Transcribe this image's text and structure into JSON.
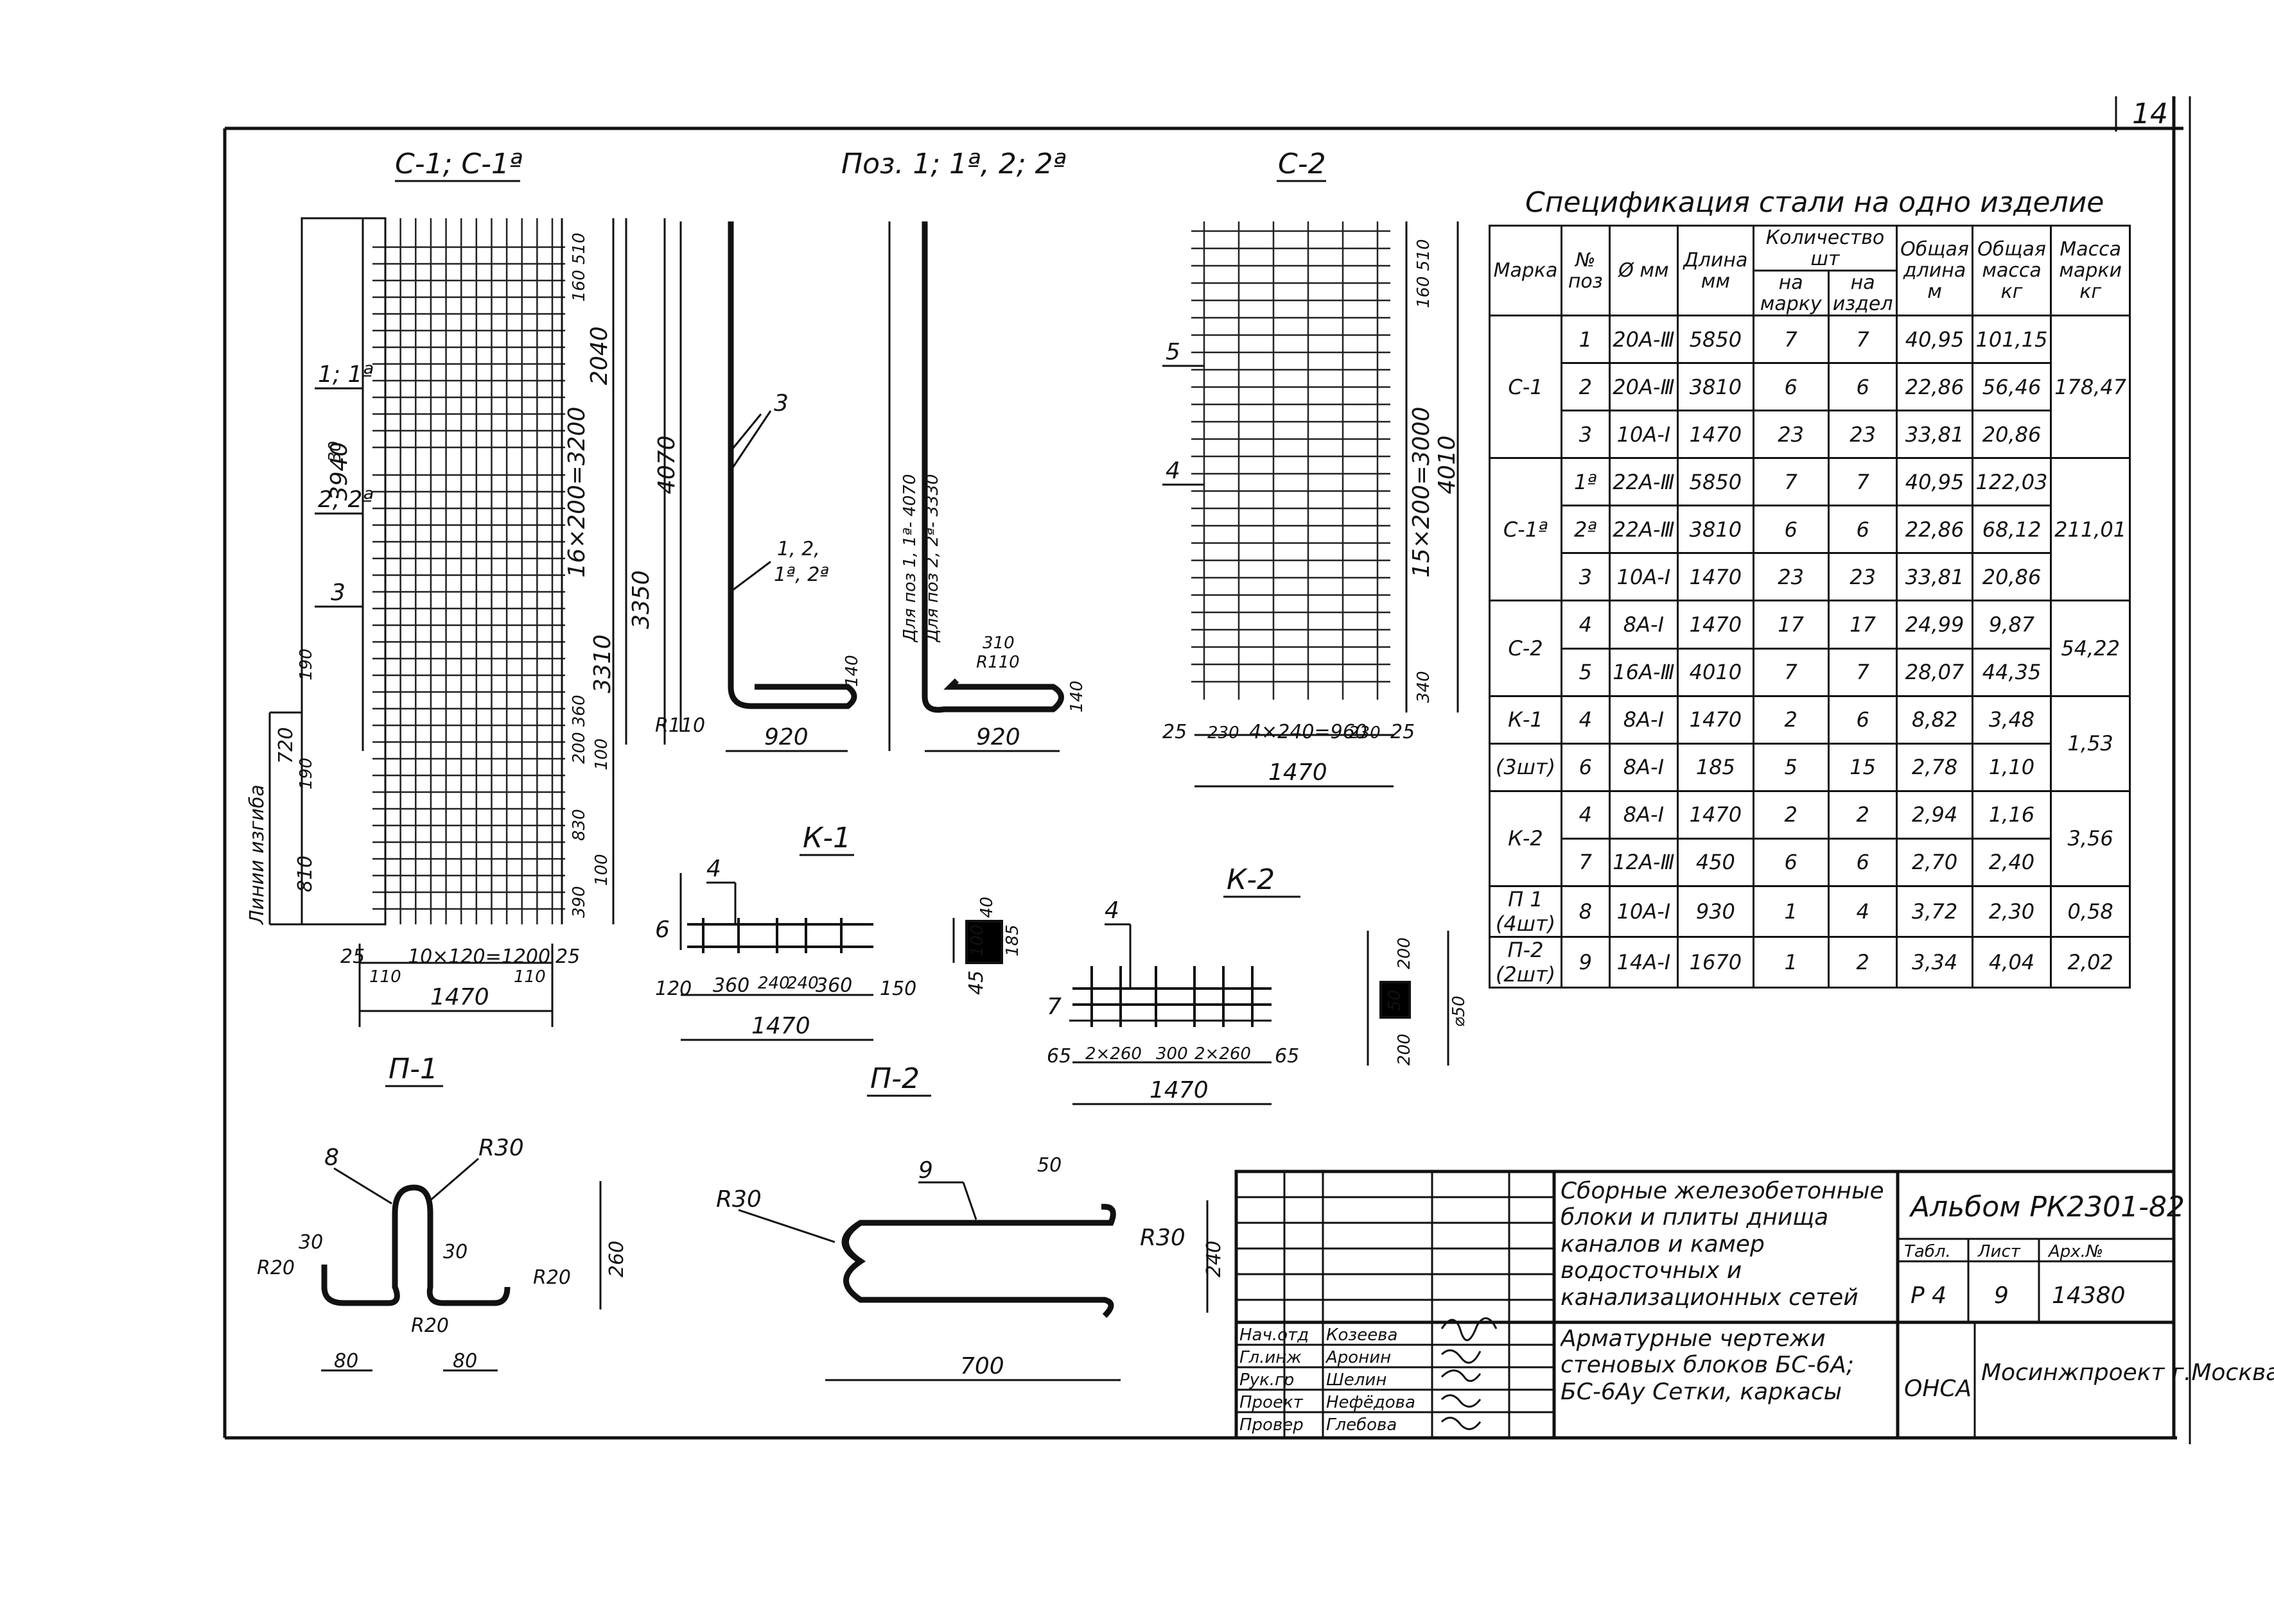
{
  "sheet": {
    "page_number": "14"
  },
  "views": {
    "c1_title": "С-1; С-1ª",
    "poz_title": "Поз. 1; 1ª, 2; 2ª",
    "c2_title": "С-2",
    "k1_title": "К-1",
    "k2_title": "К-2",
    "p1_title": "П-1",
    "p2_title": "П-2"
  },
  "dimensions": {
    "c1_height": "3940",
    "c1_top": "160 510",
    "c1_a": "2040",
    "c1_spacing": "16×200=3200",
    "c1_b": "4070",
    "c1_c": "3350",
    "c1_d": "3310",
    "c1_e": "200 360",
    "c1_f": "100",
    "c1_g": "830",
    "c1_h": "100",
    "c1_i": "390",
    "c1_j": "190",
    "c1_k": "720",
    "c1_l": "190",
    "c1_m": "810",
    "c1_n": "30",
    "c1_bottom_left": "25",
    "c1_bottom_110a": "110",
    "c1_bottom_spacing": "10×120=1200",
    "c1_bottom_110b": "110",
    "c1_bottom_right": "25",
    "c1_width": "1470",
    "c1_bend_label": "Линии изгиба",
    "c1_mark_11a": "1; 1ª",
    "c1_mark_22a": "2; 2ª",
    "c1_mark_3": "3",
    "poz_mark_3": "3",
    "poz_mark_12": "1, 2,",
    "poz_mark_12a": "1ª, 2ª",
    "poz_r110": "R110",
    "poz_w1": "920",
    "poz_140": "140",
    "poz_note1": "Для поз 1, 1ª- 4070",
    "poz_note2": "Для поз 2, 2ª- 3330",
    "poz_310": "310",
    "poz_r110b": "R110",
    "poz_140b": "140",
    "poz_w2": "920",
    "c2_top": "160 510",
    "c2_spacing": "15×200=3000",
    "c2_total": "4010",
    "c2_bottom": "340",
    "c2_mark_5": "5",
    "c2_mark_4": "4",
    "c2_b_25a": "25",
    "c2_b_230a": "230",
    "c2_b_spacing": "4×240=960",
    "c2_b_230b": "230",
    "c2_b_25b": "25",
    "c2_width": "1470",
    "k1_mark": "4",
    "k1_6": "6",
    "k1_120": "120",
    "k1_360a": "360",
    "k1_240a": "240",
    "k1_240b": "240",
    "k1_360b": "360",
    "k1_150": "150",
    "k1_width": "1470",
    "k1_45": "45",
    "k1_100": "100",
    "k1_40": "40",
    "k1_185": "185",
    "k2_mark4": "4",
    "k2_mark7": "7",
    "k2_65a": "65",
    "k2_2x260a": "2×260",
    "k2_300": "300",
    "k2_2x260b": "2×260",
    "k2_65b": "65",
    "k2_width": "1470",
    "k2_200a": "200",
    "k2_50": "50",
    "k2_200b": "200",
    "k2_phi": "⌀50",
    "p1_mark": "8",
    "p1_r30": "R30",
    "p1_30a": "30",
    "p1_30b": "30",
    "p1_r20a": "R20",
    "p1_r20b": "R20",
    "p1_r20c": "R20",
    "p1_260": "260",
    "p1_80a": "80",
    "p1_80b": "80",
    "p2_mark": "9",
    "p2_50": "50",
    "p2_r30a": "R30",
    "p2_r30b": "R30",
    "p2_240": "240",
    "p2_700": "700"
  },
  "spec": {
    "title": "Спецификация стали на одно изделие",
    "headers": {
      "marka": "Марка",
      "poz": "№ поз",
      "phi": "Ø мм",
      "dlina": "Длина мм",
      "kolvo": "Количество шт",
      "na_marku": "на марку",
      "na_izdel": "на издел",
      "obsh_dlina": "Общая длина м",
      "obsh_massa": "Общая масса кг",
      "massa_marki": "Масса марки кг"
    },
    "rows": [
      {
        "marka": "С-1",
        "poz": "1",
        "phi": "20А-Ⅲ",
        "len": "5850",
        "nm": "7",
        "ni": "7",
        "od": "40,95",
        "om": "101,15",
        "mm": "178,47"
      },
      {
        "marka": "",
        "poz": "2",
        "phi": "20А-Ⅲ",
        "len": "3810",
        "nm": "6",
        "ni": "6",
        "od": "22,86",
        "om": "56,46",
        "mm": ""
      },
      {
        "marka": "",
        "poz": "3",
        "phi": "10А-Ⅰ",
        "len": "1470",
        "nm": "23",
        "ni": "23",
        "od": "33,81",
        "om": "20,86",
        "mm": ""
      },
      {
        "marka": "С-1ª",
        "poz": "1ª",
        "phi": "22А-Ⅲ",
        "len": "5850",
        "nm": "7",
        "ni": "7",
        "od": "40,95",
        "om": "122,03",
        "mm": "211,01"
      },
      {
        "marka": "",
        "poz": "2ª",
        "phi": "22А-Ⅲ",
        "len": "3810",
        "nm": "6",
        "ni": "6",
        "od": "22,86",
        "om": "68,12",
        "mm": ""
      },
      {
        "marka": "",
        "poz": "3",
        "phi": "10А-Ⅰ",
        "len": "1470",
        "nm": "23",
        "ni": "23",
        "od": "33,81",
        "om": "20,86",
        "mm": ""
      },
      {
        "marka": "С-2",
        "poz": "4",
        "phi": "8А-Ⅰ",
        "len": "1470",
        "nm": "17",
        "ni": "17",
        "od": "24,99",
        "om": "9,87",
        "mm": "54,22"
      },
      {
        "marka": "",
        "poz": "5",
        "phi": "16А-Ⅲ",
        "len": "4010",
        "nm": "7",
        "ni": "7",
        "od": "28,07",
        "om": "44,35",
        "mm": ""
      },
      {
        "marka": "К-1",
        "poz": "4",
        "phi": "8А-Ⅰ",
        "len": "1470",
        "nm": "2",
        "ni": "6",
        "od": "8,82",
        "om": "3,48",
        "mm": "1,53"
      },
      {
        "marka": "(3шт)",
        "poz": "6",
        "phi": "8А-Ⅰ",
        "len": "185",
        "nm": "5",
        "ni": "15",
        "od": "2,78",
        "om": "1,10",
        "mm": ""
      },
      {
        "marka": "К-2",
        "poz": "4",
        "phi": "8А-Ⅰ",
        "len": "1470",
        "nm": "2",
        "ni": "2",
        "od": "2,94",
        "om": "1,16",
        "mm": "3,56"
      },
      {
        "marka": "",
        "poz": "7",
        "phi": "12А-Ⅲ",
        "len": "450",
        "nm": "6",
        "ni": "6",
        "od": "2,70",
        "om": "2,40",
        "mm": ""
      },
      {
        "marka": "П 1 (4шт)",
        "poz": "8",
        "phi": "10А-Ⅰ",
        "len": "930",
        "nm": "1",
        "ni": "4",
        "od": "3,72",
        "om": "2,30",
        "mm": "0,58"
      },
      {
        "marka": "П-2 (2шт)",
        "poz": "9",
        "phi": "14А-Ⅰ",
        "len": "1670",
        "nm": "1",
        "ni": "2",
        "od": "3,34",
        "om": "4,04",
        "mm": "2,02"
      }
    ]
  },
  "title_block": {
    "project": "Сборные железобетонные блоки и плиты днища каналов и камер водосточных и канализационных сетей",
    "album": "Альбом РК2301-82",
    "col_tabl": "Табл.",
    "col_list": "Лист",
    "col_arh": "Арх.№",
    "tabl_val": "Р 4",
    "list_val": "9",
    "arh_val": "14380",
    "drawing": "Арматурные чертежи стеновых блоков БС-6А; БС-6Ау Сетки, каркасы",
    "dept": "ОНСА",
    "org": "Мосинжпроект г.Москва",
    "roles": [
      "Нач.отд",
      "Гл.инж",
      "Рук.гр",
      "Проект",
      "Провер"
    ],
    "names": [
      "Козеева",
      "Аронин",
      "Шелин",
      "Нефёдова",
      "Глебова"
    ]
  }
}
